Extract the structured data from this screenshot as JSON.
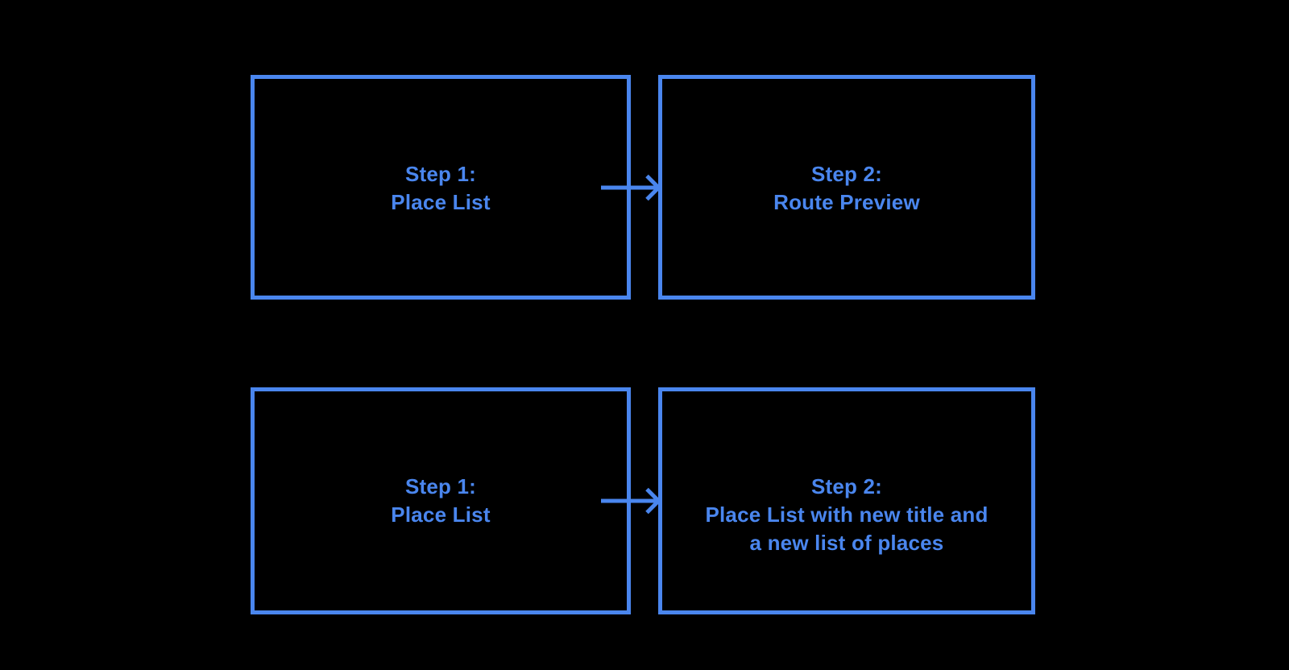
{
  "canvas": {
    "background": "#000000",
    "accent": "#4A86EE"
  },
  "diagram": {
    "rows": [
      {
        "source": {
          "lines": [
            "Step 1:",
            "Place List"
          ]
        },
        "connector": {
          "type": "arrow-right"
        },
        "target": {
          "lines": [
            "Step 2:",
            "Route Preview"
          ]
        }
      },
      {
        "source": {
          "lines": [
            "Step 1:",
            "Place List"
          ]
        },
        "connector": {
          "type": "arrow-right"
        },
        "target": {
          "lines": [
            "Step 2:",
            "Place List with new title and",
            "a new list of places"
          ]
        }
      }
    ]
  }
}
